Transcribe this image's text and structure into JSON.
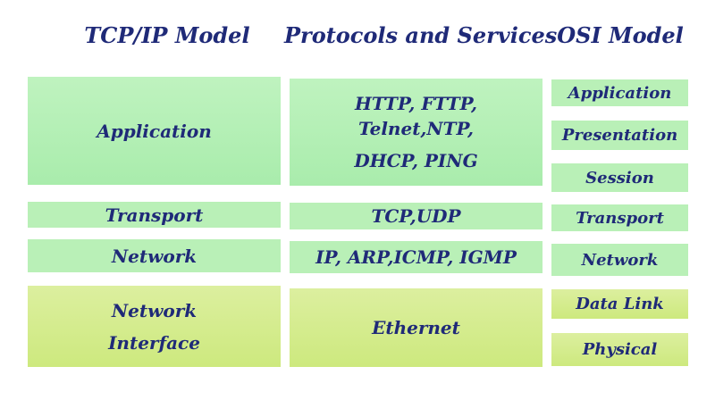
{
  "headings": {
    "tcpip": "TCP/IP Model",
    "protocols": "Protocols and Services",
    "osi": "OSI Model"
  },
  "tcpip_layers": {
    "application": "Application",
    "transport": "Transport",
    "network": "Network",
    "network_interface_line1": "Network",
    "network_interface_line2": "Interface"
  },
  "protocols": {
    "application_line1": "HTTP, FTTP,",
    "application_line2": "Telnet,NTP,",
    "application_line3": "DHCP, PING",
    "transport": "TCP,UDP",
    "network": "IP, ARP,ICMP, IGMP",
    "network_interface": "Ethernet"
  },
  "osi_layers": {
    "application": "Application",
    "presentation": "Presentation",
    "session": "Session",
    "transport": "Transport",
    "network": "Network",
    "data_link": "Data Link",
    "physical": "Physical"
  },
  "colors": {
    "text": "#1f2a78",
    "green_box": "#b9f0b7",
    "yellow_box": "#d4ec8c"
  }
}
